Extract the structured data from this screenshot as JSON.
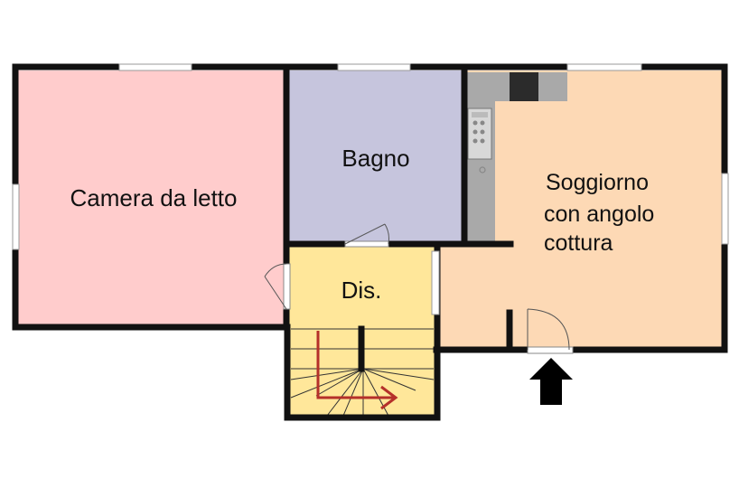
{
  "rooms": {
    "bedroom": {
      "label": "Camera da letto",
      "fill": "#ffcccc"
    },
    "bathroom": {
      "label": "Bagno",
      "fill": "#c6c5dd"
    },
    "hallway": {
      "label": "Dis.",
      "fill": "#ffe79a"
    },
    "living": {
      "label_lines": [
        "Soggiorno",
        "con angolo",
        "cottura"
      ],
      "fill": "#fdd9b5"
    }
  },
  "colors": {
    "walls": "#111111",
    "window_frame": "#dcdcdc",
    "kitchen_counter": "#a9a9a9",
    "stairs": "#ffe79a",
    "stair_arrow": "#b5302a",
    "entrance_arrow": "#000000"
  },
  "icons": [
    "window-icon",
    "door-icon",
    "stove-icon",
    "sink-icon",
    "stairs-icon",
    "entrance-arrow-icon"
  ]
}
